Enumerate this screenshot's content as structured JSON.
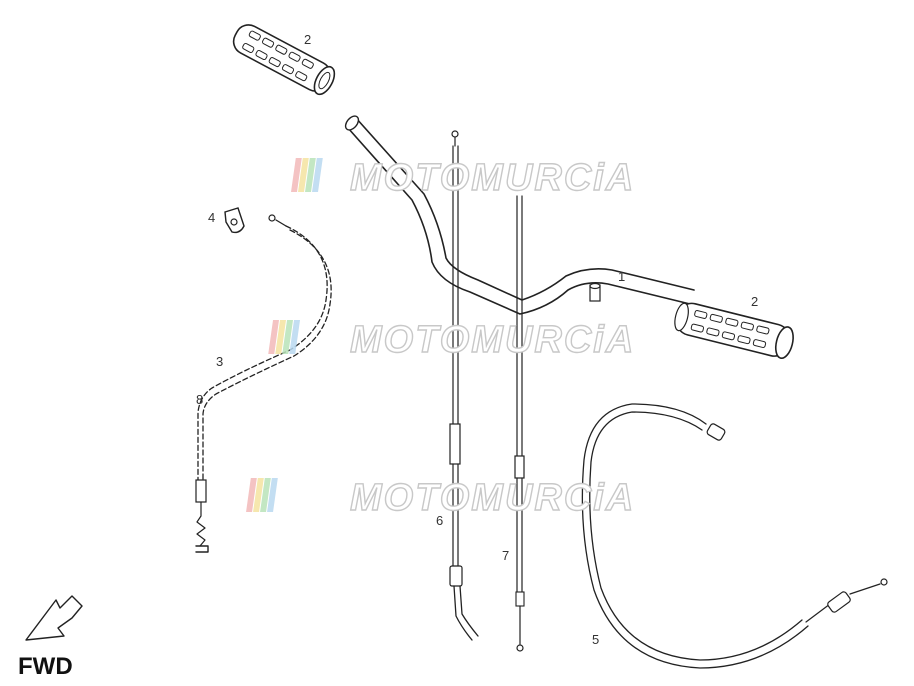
{
  "callouts": {
    "p1": "1",
    "p2_top": "2",
    "p2_right": "2",
    "p3": "3",
    "p4": "4",
    "p5": "5",
    "p6": "6",
    "p7": "7",
    "p8": "8"
  },
  "direction": {
    "label": "FWD",
    "icon": "arrow-forward-icon"
  },
  "watermark": {
    "text": "MOTOMURCiA",
    "stripe_colors": [
      "#f2b8b8",
      "#f5e3a0",
      "#b9e3b9",
      "#b8d8f0"
    ]
  }
}
